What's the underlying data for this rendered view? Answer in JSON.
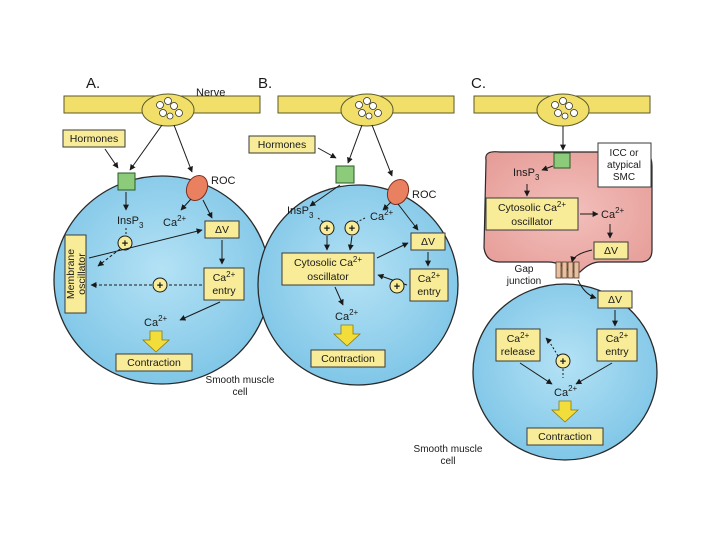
{
  "panels": {
    "a": {
      "letter": "A.",
      "nerve": "Nerve",
      "hormones": "Hormones",
      "roc": "ROC",
      "insp3": "InsP",
      "insp3_sub": "3",
      "ca_base": "Ca",
      "ca_sup": "2+",
      "delta_v": "ΔV",
      "ca_entry_1": "Ca",
      "ca_entry_sup": "2+",
      "ca_entry_2": "entry",
      "membrane_oscillator_1": "Membrane",
      "membrane_oscillator_2": "oscillator",
      "ca_lower": "Ca",
      "ca_lower_sup": "2+",
      "contraction": "Contraction",
      "smooth_muscle_1": "Smooth muscle",
      "smooth_muscle_2": "cell",
      "plus": "+"
    },
    "b": {
      "letter": "B.",
      "hormones": "Hormones",
      "roc": "ROC",
      "insp3": "InsP",
      "insp3_sub": "3",
      "ca_base": "Ca",
      "ca_sup": "2+",
      "osc_1": "Cytosolic Ca",
      "osc_sup": "2+",
      "osc_2": "oscillator",
      "delta_v": "ΔV",
      "ca_entry_1": "Ca",
      "ca_entry_sup": "2+",
      "ca_entry_2": "entry",
      "ca_lower": "Ca",
      "ca_lower_sup": "2+",
      "contraction": "Contraction",
      "plus": "+"
    },
    "c": {
      "letter": "C.",
      "icc_1": "ICC or",
      "icc_2": "atypical",
      "icc_3": "SMC",
      "insp3": "InsP",
      "insp3_sub": "3",
      "osc_1": "Cytosolic Ca",
      "osc_sup": "2+",
      "osc_2": "oscillator",
      "ca_top": "Ca",
      "ca_top_sup": "2+",
      "delta_v_top": "ΔV",
      "gap_1": "Gap",
      "gap_2": "junction",
      "delta_v_bottom": "ΔV",
      "ca_release_1": "Ca",
      "ca_release_sup": "2+",
      "ca_release_2": "release",
      "ca_entry_1": "Ca",
      "ca_entry_sup": "2+",
      "ca_entry_2": "entry",
      "ca_lower": "Ca",
      "ca_lower_sup": "2+",
      "contraction": "Contraction",
      "smooth_muscle_1": "Smooth muscle",
      "smooth_muscle_2": "cell",
      "plus": "+"
    }
  },
  "colors": {
    "cell_fill": "#8fd0ec",
    "cell_stroke": "#2a2a2a",
    "icc_fill": "#e9a29e",
    "box_fill": "#f8ec98",
    "box_stroke": "#3a3a3a",
    "nerve_fill": "#f1df6a",
    "receptor_green": "#8ccb79",
    "roc_orange": "#e98060",
    "arrow_yellow": "#f2dd3a"
  }
}
